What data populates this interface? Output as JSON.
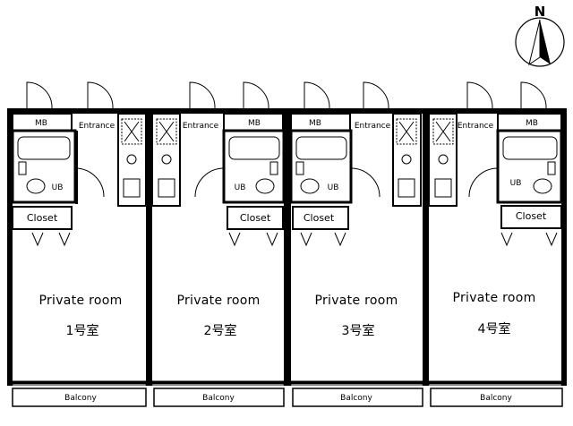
{
  "compass": {
    "label": "N"
  },
  "units": [
    {
      "room_label": "Private room",
      "number": "1号室",
      "mb": "MB",
      "ub": "UB",
      "closet": "Closet",
      "entrance": "Entrance",
      "balcony": "Balcony"
    },
    {
      "room_label": "Private room",
      "number": "2号室",
      "mb": "MB",
      "ub": "UB",
      "closet": "Closet",
      "entrance": "Entrance",
      "balcony": "Balcony"
    },
    {
      "room_label": "Private room",
      "number": "3号室",
      "mb": "MB",
      "ub": "UB",
      "closet": "Closet",
      "entrance": "Entrance",
      "balcony": "Balcony"
    },
    {
      "room_label": "Private room",
      "number": "4号室",
      "mb": "MB",
      "ub": "UB",
      "closet": "Closet",
      "entrance": "Entrance",
      "balcony": "Balcony"
    }
  ]
}
